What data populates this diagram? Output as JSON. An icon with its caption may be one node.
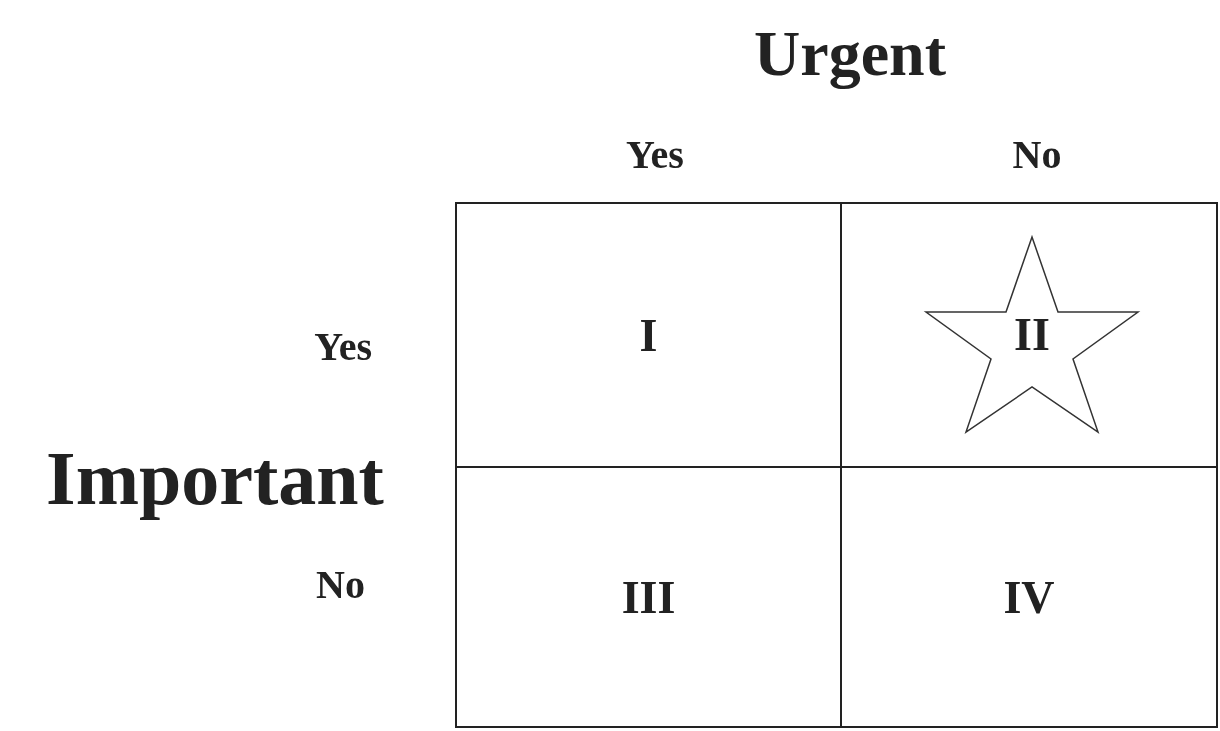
{
  "diagram": {
    "nodes": [
      {
        "text": [
          "I"
        ]
      },
      {
        "text": [],
        "shape": "box"
      },
      {
        "text": [
          "II"
        ],
        "in": 1
      },
      {
        "text": [
          "III"
        ]
      },
      {
        "text": [
          "IV"
        ]
      }
    ],
    "labels": [
      "Urgent",
      "Yes",
      "No",
      "Yes",
      "Important",
      "No"
    ]
  }
}
